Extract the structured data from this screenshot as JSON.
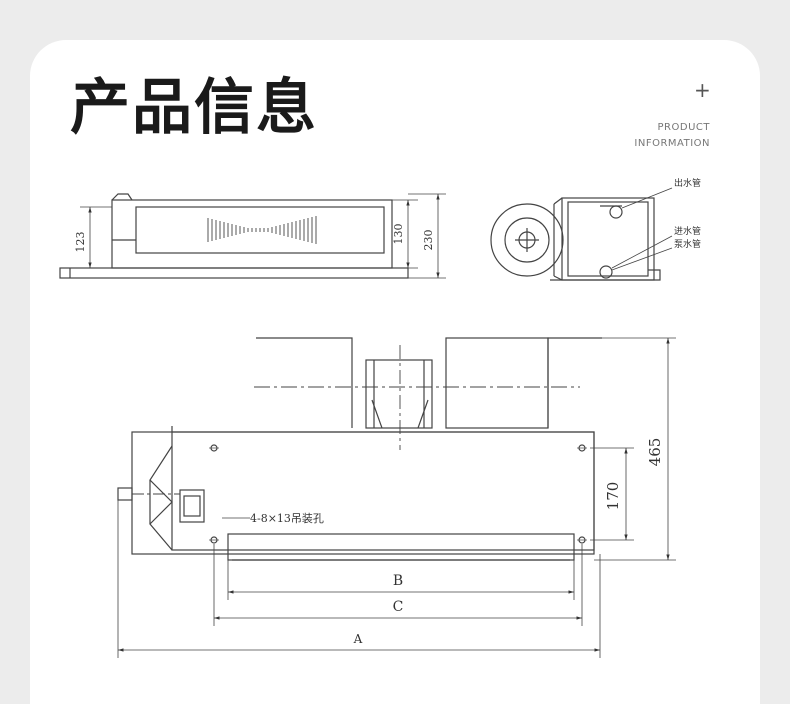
{
  "header": {
    "title": "产品信息",
    "subtitle_line1": "PRODUCT",
    "subtitle_line2": "INFORMATION",
    "plus_icon": "plus-icon"
  },
  "side_view": {
    "dim_123": "123",
    "dim_130": "130",
    "dim_230": "230"
  },
  "end_view": {
    "label_outlet": "出水管",
    "label_inlet": "进水管",
    "label_drain": "泵水管"
  },
  "top_view": {
    "dim_465": "465",
    "dim_170": "170",
    "hole_label": "4-8×13吊装孔",
    "dim_b": "B",
    "dim_c": "C",
    "dim_a": "A"
  }
}
